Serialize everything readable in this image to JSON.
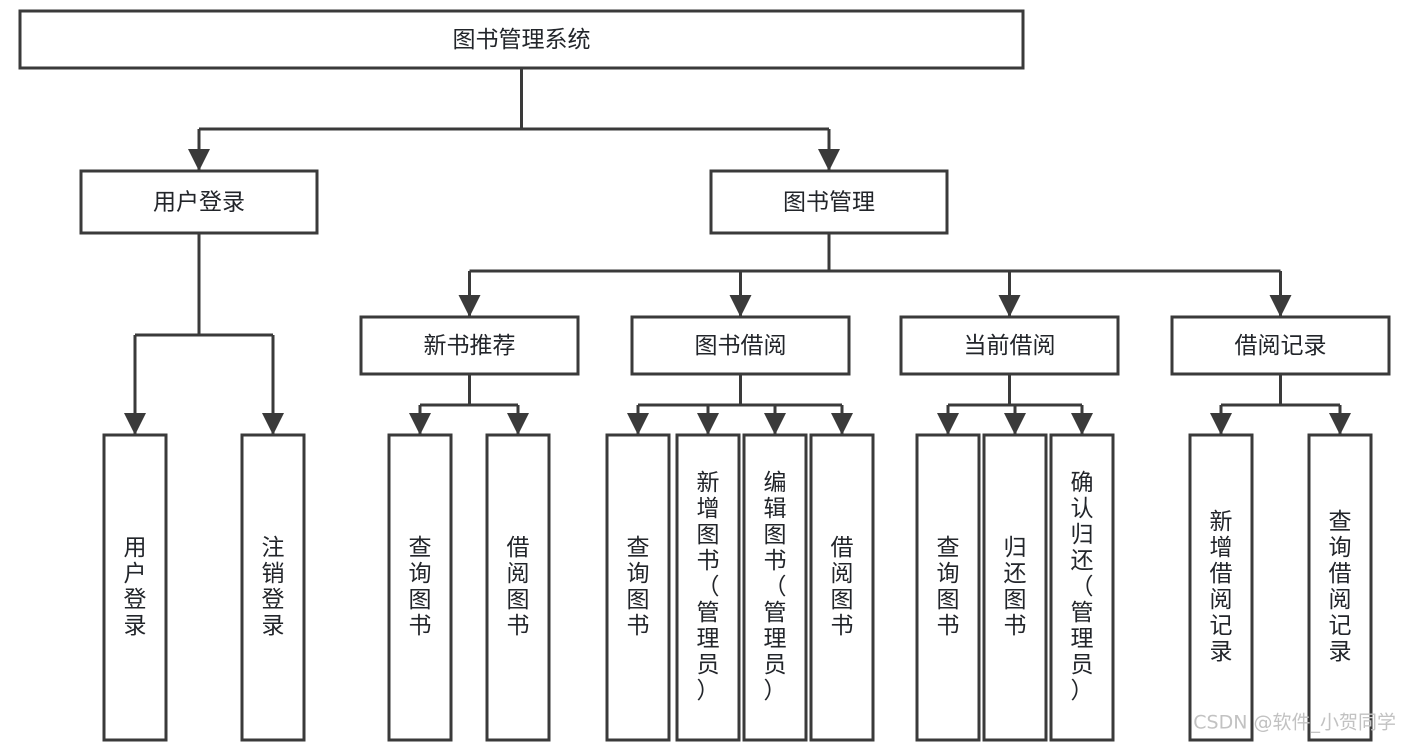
{
  "diagram": {
    "type": "tree",
    "title": "图书管理系统",
    "orientation": "top-down",
    "colors": {
      "background": "#ffffff",
      "box_fill": "#ffffff",
      "box_stroke": "#3a3a3a",
      "text": "#22252a",
      "watermark": "#c2c2c2"
    },
    "root": {
      "id": "root",
      "label": "图书管理系统",
      "text_orientation": "horizontal"
    },
    "level1": [
      {
        "id": "user-login",
        "label": "用户登录",
        "text_orientation": "horizontal"
      },
      {
        "id": "book-management",
        "label": "图书管理",
        "text_orientation": "horizontal"
      }
    ],
    "level2": [
      {
        "id": "new-book-recommend",
        "label": "新书推荐",
        "parent": "book-management",
        "text_orientation": "horizontal"
      },
      {
        "id": "book-borrow",
        "label": "图书借阅",
        "parent": "book-management",
        "text_orientation": "horizontal"
      },
      {
        "id": "current-borrow",
        "label": "当前借阅",
        "parent": "book-management",
        "text_orientation": "horizontal"
      },
      {
        "id": "borrow-record",
        "label": "借阅记录",
        "parent": "book-management",
        "text_orientation": "horizontal"
      }
    ],
    "leaves": [
      {
        "id": "leaf-user-login",
        "parent": "user-login",
        "lines": [
          "用",
          "户",
          "登",
          "录"
        ],
        "text_orientation": "vertical"
      },
      {
        "id": "leaf-user-logout",
        "parent": "user-login",
        "lines": [
          "注",
          "销",
          "登",
          "录"
        ],
        "text_orientation": "vertical"
      },
      {
        "id": "leaf-query-book-1",
        "parent": "new-book-recommend",
        "lines": [
          "查",
          "询",
          "图",
          "书"
        ],
        "text_orientation": "vertical"
      },
      {
        "id": "leaf-borrow-book-1",
        "parent": "new-book-recommend",
        "lines": [
          "借",
          "阅",
          "图",
          "书"
        ],
        "text_orientation": "vertical"
      },
      {
        "id": "leaf-query-book-2",
        "parent": "book-borrow",
        "lines": [
          "查",
          "询",
          "图",
          "书"
        ],
        "text_orientation": "vertical"
      },
      {
        "id": "leaf-add-book-admin",
        "parent": "book-borrow",
        "lines": [
          "新",
          "增",
          "图",
          "书",
          "（",
          "管",
          "理",
          "员",
          "）"
        ],
        "text_orientation": "vertical"
      },
      {
        "id": "leaf-edit-book-admin",
        "parent": "book-borrow",
        "lines": [
          "编",
          "辑",
          "图",
          "书",
          "（",
          "管",
          "理",
          "员",
          "）"
        ],
        "text_orientation": "vertical"
      },
      {
        "id": "leaf-borrow-book-2",
        "parent": "book-borrow",
        "lines": [
          "借",
          "阅",
          "图",
          "书"
        ],
        "text_orientation": "vertical"
      },
      {
        "id": "leaf-query-book-3",
        "parent": "current-borrow",
        "lines": [
          "查",
          "询",
          "图",
          "书"
        ],
        "text_orientation": "vertical"
      },
      {
        "id": "leaf-return-book",
        "parent": "current-borrow",
        "lines": [
          "归",
          "还",
          "图",
          "书"
        ],
        "text_orientation": "vertical"
      },
      {
        "id": "leaf-confirm-return-admin",
        "parent": "current-borrow",
        "lines": [
          "确",
          "认",
          "归",
          "还",
          "（",
          "管",
          "理",
          "员",
          "）"
        ],
        "text_orientation": "vertical"
      },
      {
        "id": "leaf-add-borrow-record",
        "parent": "borrow-record",
        "lines": [
          "新",
          "增",
          "借",
          "阅",
          "记",
          "录"
        ],
        "text_orientation": "vertical"
      },
      {
        "id": "leaf-query-borrow-record",
        "parent": "borrow-record",
        "lines": [
          "查",
          "询",
          "借",
          "阅",
          "记",
          "录"
        ],
        "text_orientation": "vertical"
      }
    ]
  },
  "watermark": {
    "label": "CSDN @软件_小贺同学"
  }
}
